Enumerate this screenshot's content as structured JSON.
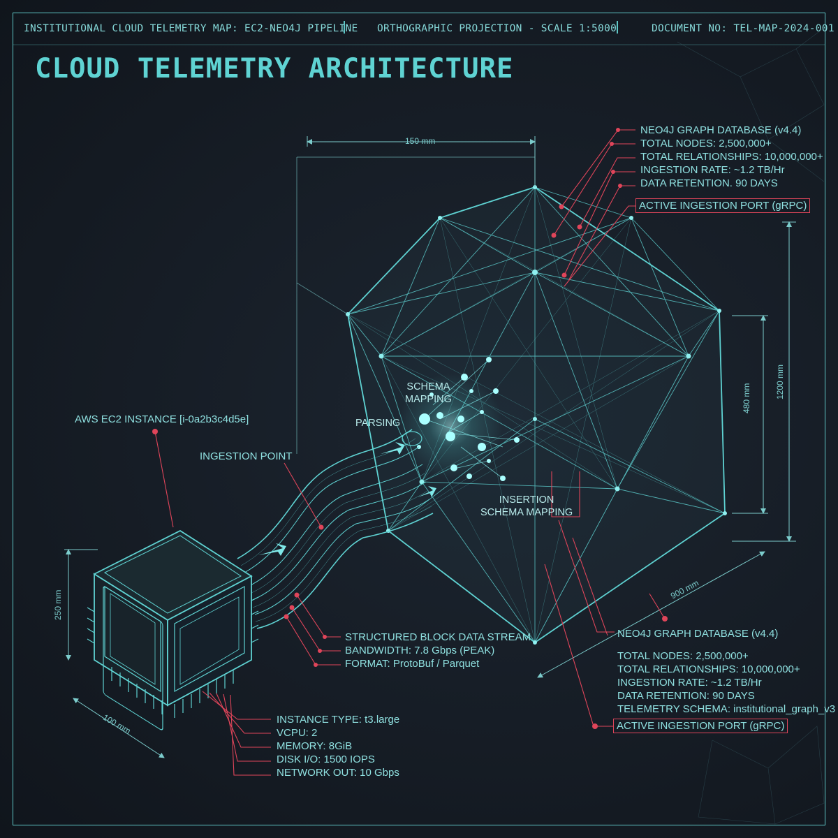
{
  "header": {
    "left": "INSTITUTIONAL CLOUD TELEMETRY MAP: EC2-NEO4J PIPELINE",
    "center": "ORTHOGRAPHIC PROJECTION - SCALE 1:5000",
    "right": "DOCUMENT NO: TEL-MAP-2024-001"
  },
  "title": "CLOUD TELEMETRY ARCHITECTURE",
  "ec2": {
    "label": "AWS EC2 INSTANCE [i-0a2b3c4d5e]",
    "specs": [
      "INSTANCE TYPE: t3.large",
      "VCPU: 2",
      "MEMORY: 8GiB",
      "DISK I/O: 1500 IOPS",
      "NETWORK OUT: 10 Gbps"
    ],
    "dim_height": "250 mm",
    "dim_depth": "100 mm"
  },
  "stream": {
    "ingestion_point": "INGESTION POINT",
    "lines": [
      "STRUCTURED BLOCK DATA STREAM",
      "BANDWIDTH: 7.8 Gbps (PEAK)",
      "FORMAT: ProtoBuf / Parquet"
    ]
  },
  "flow_labels": {
    "parsing": "PARSING",
    "schema_mapping_1": "SCHEMA",
    "schema_mapping_2": "MAPPING",
    "insertion_1": "INSERTION",
    "insertion_2": "SCHEMA MAPPING"
  },
  "neo4j_top": {
    "lines": [
      "NEO4J GRAPH DATABASE (v4.4)",
      "TOTAL NODES: 2,500,000+",
      "TOTAL RELATIONSHIPS: 10,000,000+",
      "INGESTION RATE: ~1.2 TB/Hr",
      "DATA RETENTION. 90 DAYS"
    ],
    "port": "ACTIVE INGESTION PORT (gRPC)"
  },
  "neo4j_bottom": {
    "title": "NEO4J GRAPH DATABASE (v4.4)",
    "lines": [
      "TOTAL NODES: 2,500,000+",
      "TOTAL RELATIONSHIPS: 10,000,000+",
      "INGESTION RATE: ~1.2 TB/Hr",
      "DATA RETENTION: 90 DAYS",
      "TELEMETRY SCHEMA: institutional_graph_v3"
    ],
    "port": "ACTIVE INGESTION PORT (gRPC)"
  },
  "dimensions": {
    "width": "150 mm",
    "inner_height": "480 mm",
    "outer_height": "1200 mm",
    "depth": "900 mm"
  },
  "colors": {
    "cyan": "#5fd3d3",
    "red": "#e0455a",
    "background": "#161c24"
  }
}
